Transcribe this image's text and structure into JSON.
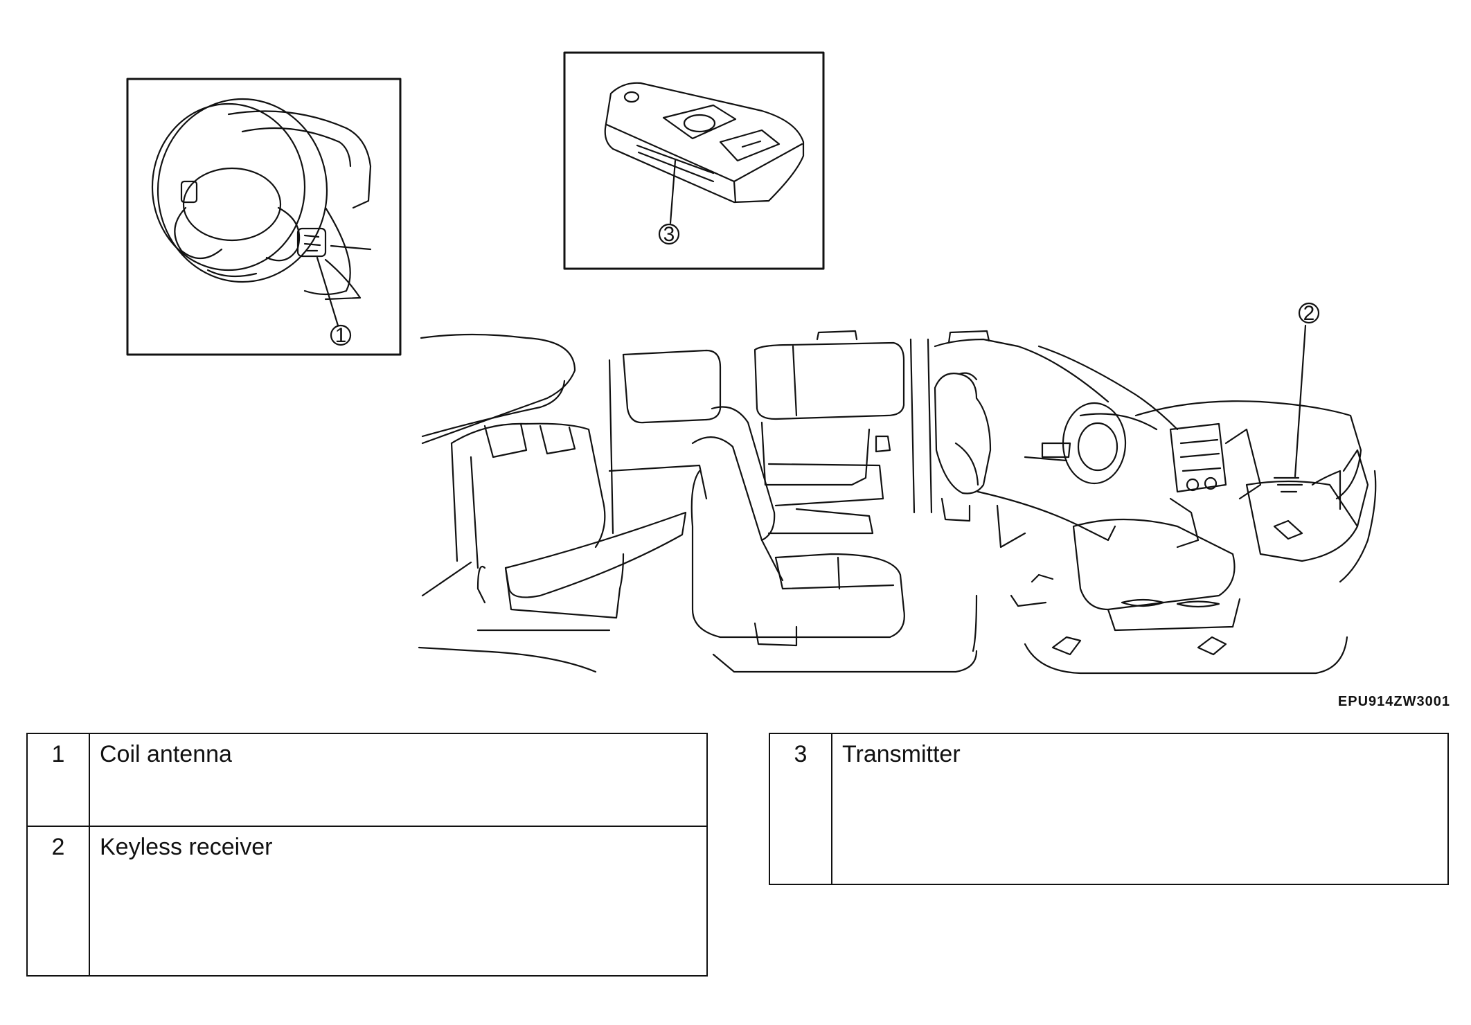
{
  "callouts": [
    "1",
    "2",
    "3"
  ],
  "figure_code": "EPU914ZW3001",
  "legend": [
    {
      "number": "1",
      "name": "Coil antenna"
    },
    {
      "number": "2",
      "name": "Keyless receiver"
    },
    {
      "number": "3",
      "name": "Transmitter"
    }
  ]
}
